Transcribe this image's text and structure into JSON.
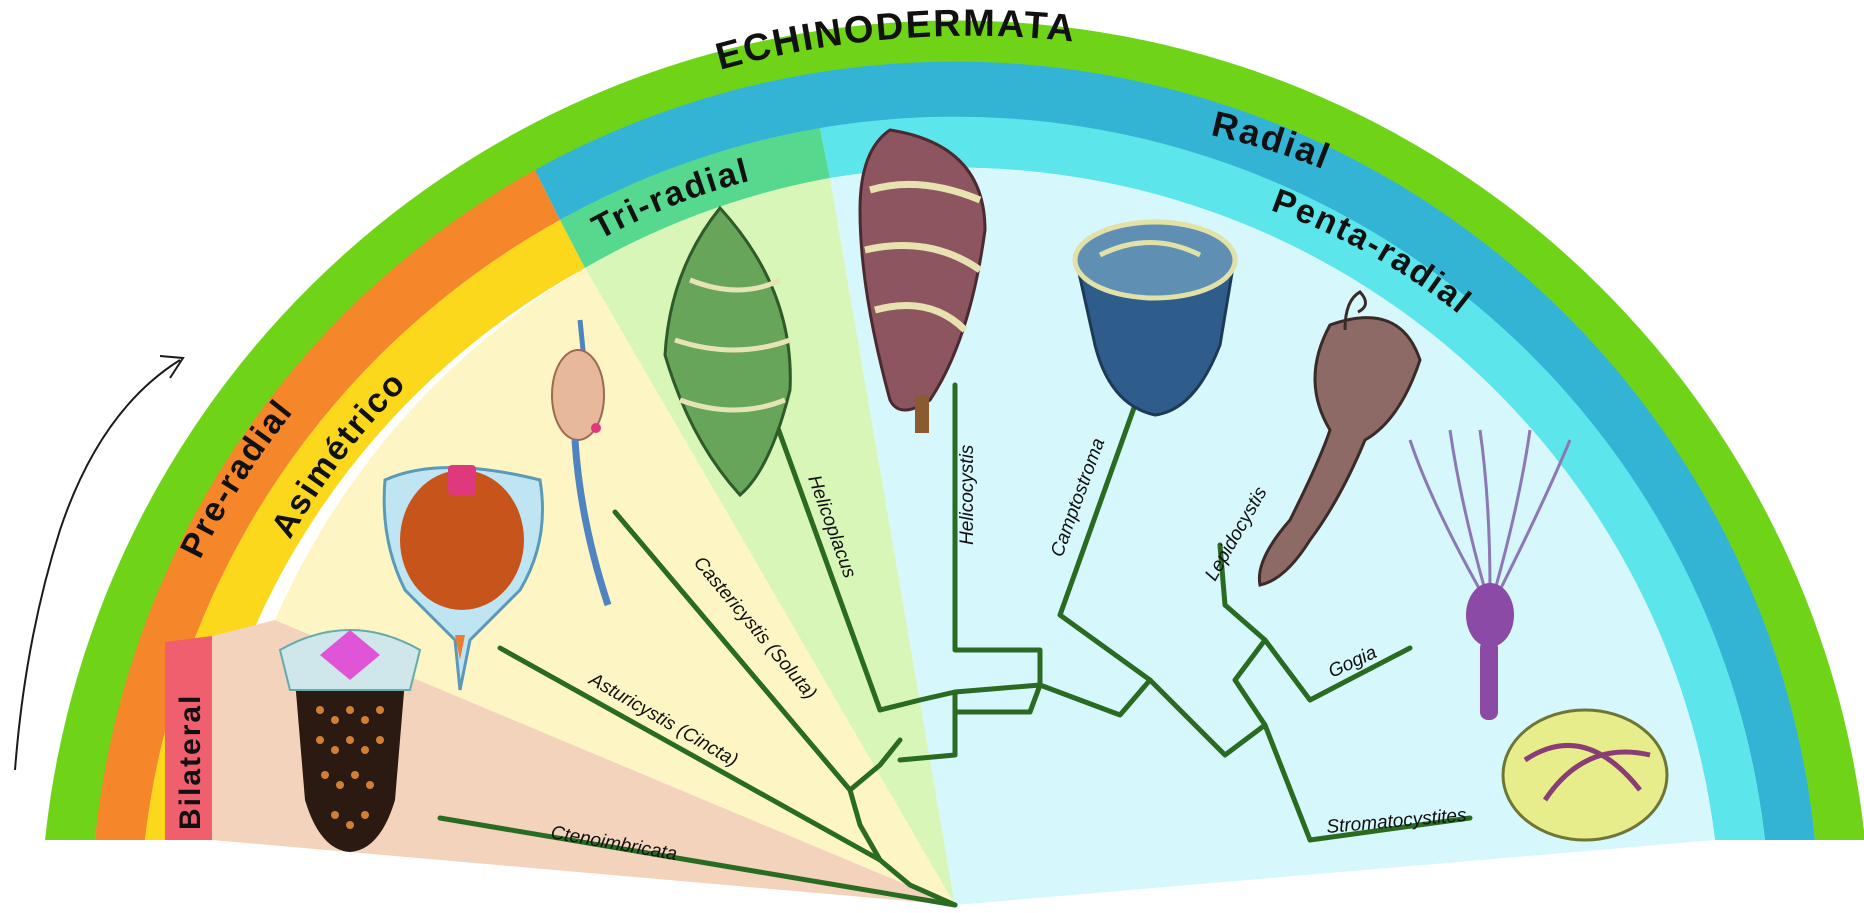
{
  "bands": {
    "outer": {
      "label": "ECHINODERMATA",
      "color": "#6fd418"
    },
    "preradial": {
      "label": "Pre-radial",
      "color": "#f5862a"
    },
    "asimetrico": {
      "label": "Asimétrico",
      "color": "#fbd81c"
    },
    "bilateral": {
      "label": "Bilateral",
      "color": "#ef5f6e"
    },
    "triradial": {
      "label": "Tri-radial",
      "color": "#56d98e"
    },
    "radial": {
      "label": "Radial",
      "color": "#34b4d4"
    },
    "pentaradial": {
      "label": "Penta-radial",
      "color": "#5ce6ec"
    }
  },
  "sector_fills": {
    "bilateral": "#f3d3bc",
    "asimetrico": "#fdf6c4",
    "triradial": "#d9f6b9",
    "radial": "#d6f7fb"
  },
  "taxa": [
    {
      "id": "ctenoimbricata",
      "label": "Ctenoimbricata"
    },
    {
      "id": "asturicystis",
      "label": "Asturicystis (Cincta)"
    },
    {
      "id": "castericystis",
      "label": "Castericystis (Soluta)"
    },
    {
      "id": "helicoplacus",
      "label": "Helicoplacus"
    },
    {
      "id": "helicocystis",
      "label": "Helicocystis"
    },
    {
      "id": "camptostroma",
      "label": "Camptostroma"
    },
    {
      "id": "lepidocystis",
      "label": "Lepidocystis"
    },
    {
      "id": "gogia",
      "label": "Gogia"
    },
    {
      "id": "stromatocystites",
      "label": "Stromatocystites"
    }
  ],
  "colors": {
    "branch": "#2a6b22"
  }
}
